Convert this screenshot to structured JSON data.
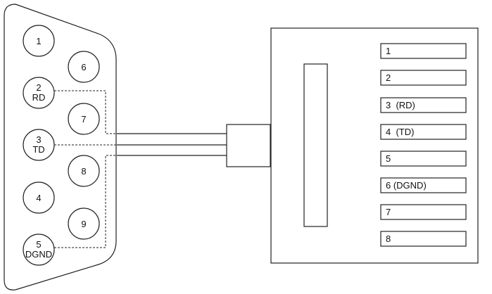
{
  "colors": {
    "stroke": "#222222",
    "background": "#ffffff",
    "text": "#111111"
  },
  "db9_connector": {
    "pins": [
      {
        "number": "1",
        "signal": ""
      },
      {
        "number": "2",
        "signal": "RD"
      },
      {
        "number": "3",
        "signal": "TD"
      },
      {
        "number": "4",
        "signal": ""
      },
      {
        "number": "5",
        "signal": "DGND"
      },
      {
        "number": "6",
        "signal": ""
      },
      {
        "number": "7",
        "signal": ""
      },
      {
        "number": "8",
        "signal": ""
      },
      {
        "number": "9",
        "signal": ""
      }
    ]
  },
  "terminal_block": {
    "terminals": [
      {
        "label": "1"
      },
      {
        "label": "2"
      },
      {
        "label": "3  (RD)"
      },
      {
        "label": "4  (TD)"
      },
      {
        "label": "5"
      },
      {
        "label": "6 (DGND)"
      },
      {
        "label": "7"
      },
      {
        "label": "8"
      }
    ]
  }
}
